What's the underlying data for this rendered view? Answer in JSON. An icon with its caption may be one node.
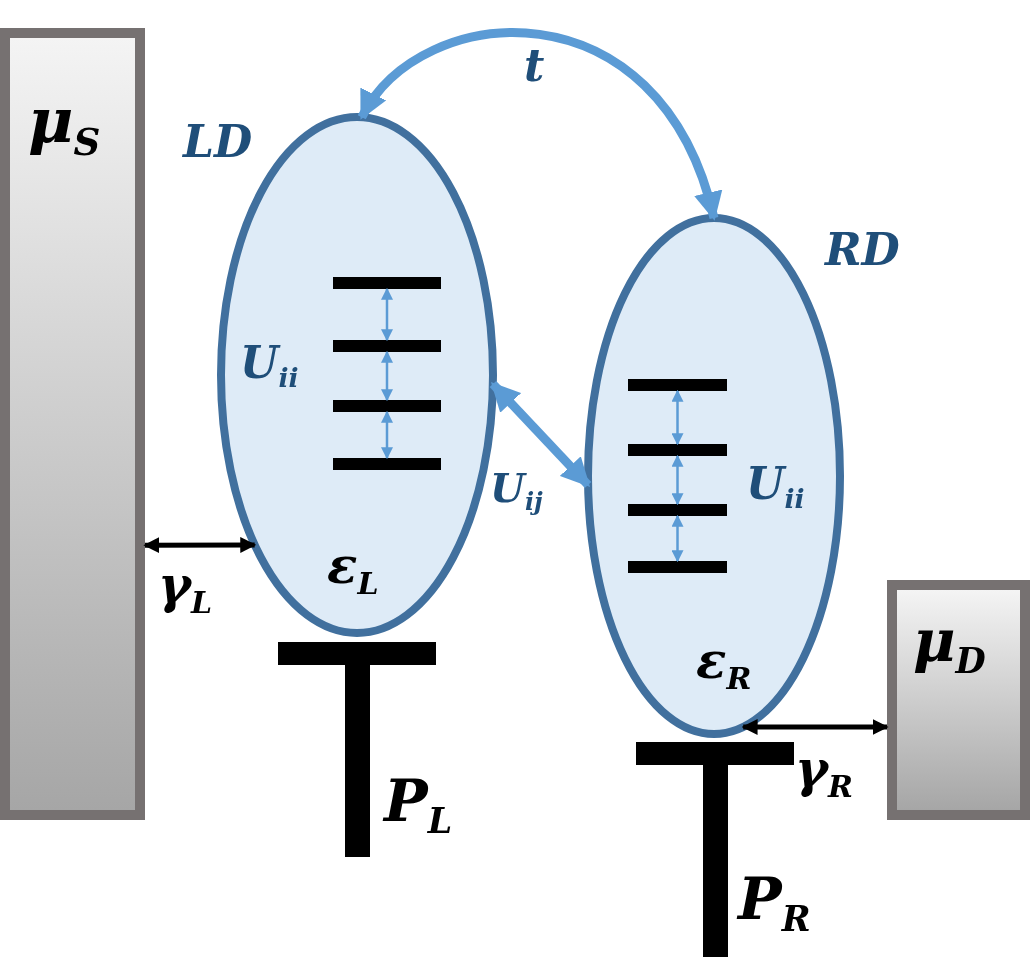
{
  "diagram": {
    "nodes": [
      {
        "text": [
          "μ$_{S}$"
        ]
      },
      {
        "text": [
          "LD",
          "U$_{ii}$",
          "ε$_{L}$"
        ]
      },
      {
        "text": [],
        "shape": "bar",
        "in": 1
      },
      {
        "text": [],
        "shape": "bar",
        "in": 1
      },
      {
        "text": [],
        "shape": "bar",
        "in": 1
      },
      {
        "text": [],
        "shape": "bar",
        "in": 1
      },
      {
        "text": [
          "RD",
          "U$_{ii}$",
          "ε$_{R}$"
        ]
      },
      {
        "text": [],
        "shape": "bar",
        "in": 6
      },
      {
        "text": [],
        "shape": "bar",
        "in": 6
      },
      {
        "text": [],
        "shape": "bar",
        "in": 6
      },
      {
        "text": [],
        "shape": "bar",
        "in": 6
      },
      {
        "text": [
          "μ$_{D}$"
        ]
      },
      {
        "text": [
          "P$_{L}$"
        ]
      },
      {
        "text": [
          "P$_{R}$"
        ]
      }
    ],
    "edges": [
      {
        "from": 1,
        "to": 6,
        "arrow": "both",
        "label": "t",
        "style": "thick"
      },
      {
        "from": 1,
        "to": 6,
        "arrow": "both",
        "label": "U$_{ij}$",
        "style": "thick"
      },
      {
        "from": 0,
        "to": 1,
        "arrow": "both",
        "label": "γ$_{L}$",
        "style": "thick",
        "color": "#000000"
      },
      {
        "from": 6,
        "to": 11,
        "arrow": "both",
        "label": "γ$_{R}$",
        "style": "thick",
        "color": "#000000"
      },
      {
        "from": 2,
        "to": 3,
        "arrow": "both"
      },
      {
        "from": 3,
        "to": 4,
        "arrow": "both"
      },
      {
        "from": 4,
        "to": 5,
        "arrow": "both"
      },
      {
        "from": 7,
        "to": 8,
        "arrow": "both"
      },
      {
        "from": 8,
        "to": 9,
        "arrow": "both"
      },
      {
        "from": 9,
        "to": 10,
        "arrow": "both"
      }
    ]
  }
}
